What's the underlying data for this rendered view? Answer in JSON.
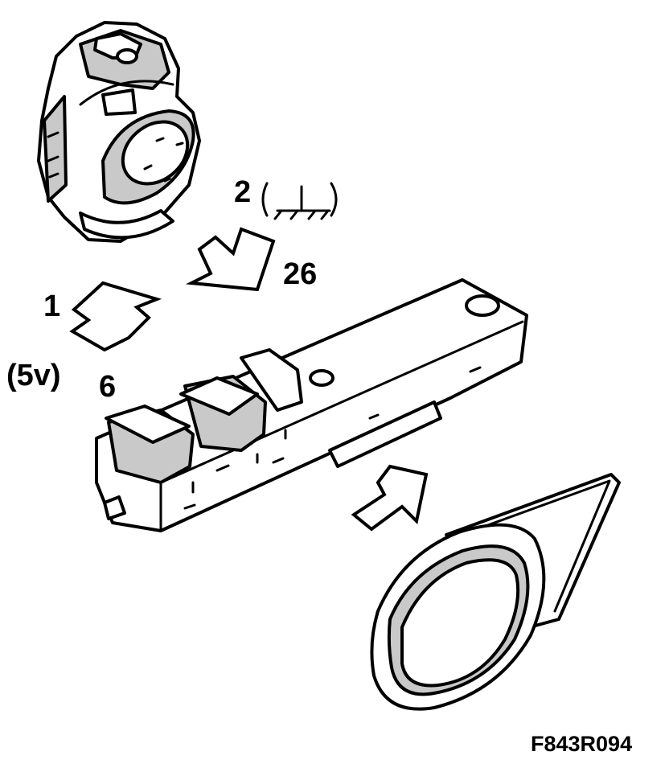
{
  "labels": {
    "pin_ground": "2",
    "pin_26": "26",
    "pin_supply": "1",
    "supply_voltage": "(5v)",
    "pin_6": "6",
    "figure_code": "F843R094"
  },
  "icons": {
    "ground": "ground-symbol-icon"
  },
  "colors": {
    "ink": "#000000",
    "paper": "#ffffff",
    "shade": "#c9c9c9"
  }
}
